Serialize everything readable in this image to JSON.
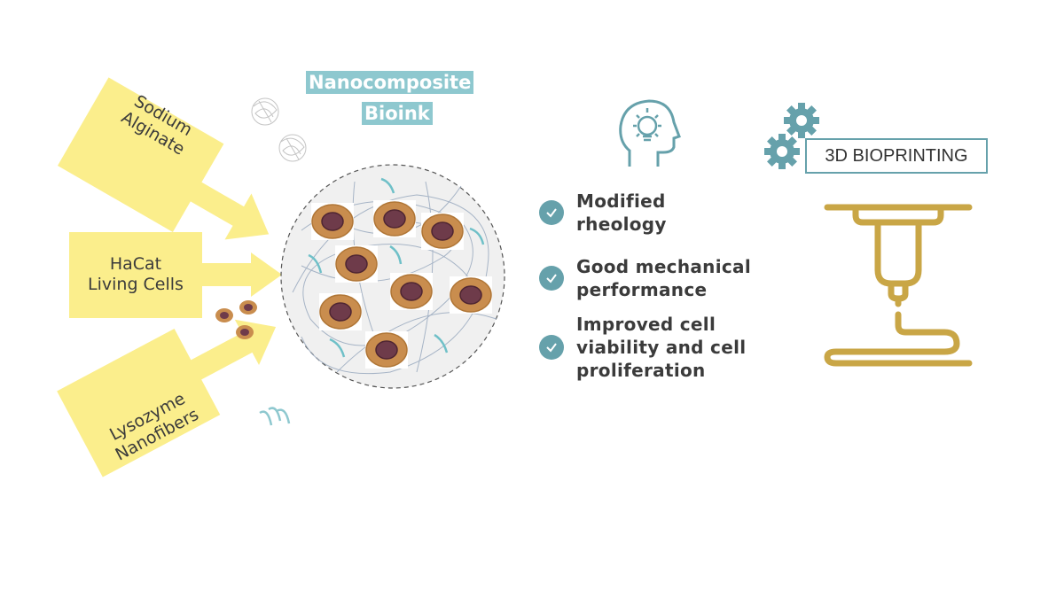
{
  "inputs": [
    {
      "label": "Sodium\nAlginate",
      "icon": "arrow-right-icon"
    },
    {
      "label": "HaCat\nLiving Cells",
      "icon": "arrow-right-icon"
    },
    {
      "label": "Lysozyme\nNanofibers",
      "icon": "arrow-right-icon"
    }
  ],
  "bioink": {
    "title_line1": "Nanocomposite",
    "title_line2": "Bioink",
    "cell_count": 8
  },
  "benefits": {
    "icon": "head-lightbulb-icon",
    "items": [
      {
        "text": "Modified\nrheology",
        "icon": "check-circle-icon"
      },
      {
        "text": "Good mechanical\nperformance",
        "icon": "check-circle-icon"
      },
      {
        "text": "Improved cell\nviability and cell\nproliferation",
        "icon": "check-circle-icon"
      }
    ]
  },
  "output": {
    "label": "3D BIOPRINTING",
    "icon": "gears-icon",
    "printer_icon": "3d-printer-nozzle-icon"
  },
  "colors": {
    "arrow_yellow": "#fbee8c",
    "teal": "#66a1ab",
    "title_teal": "#8ec8cf",
    "gold": "#c9a646",
    "cell_brown": "#c98d4e",
    "nucleus": "#6e3b4a"
  }
}
